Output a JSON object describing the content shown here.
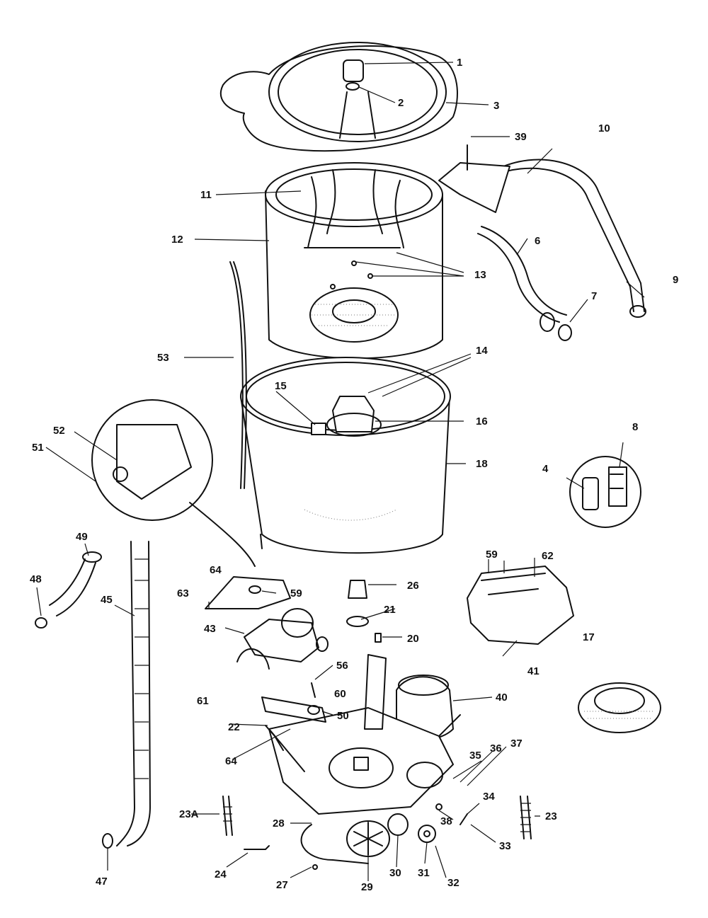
{
  "labels": [
    "1",
    "2",
    "3",
    "4",
    "6",
    "7",
    "8",
    "9",
    "10",
    "11",
    "12",
    "13",
    "14",
    "15",
    "16",
    "17",
    "18",
    "20",
    "21",
    "22",
    "23",
    "23A",
    "24",
    "26",
    "27",
    "28",
    "29",
    "30",
    "31",
    "32",
    "33",
    "34",
    "35",
    "36",
    "37",
    "38",
    "39",
    "40",
    "41",
    "43",
    "45",
    "47",
    "48",
    "49",
    "50",
    "51",
    "52",
    "53",
    "56",
    "59",
    "59",
    "60",
    "61",
    "62",
    "63",
    "64",
    "64"
  ]
}
